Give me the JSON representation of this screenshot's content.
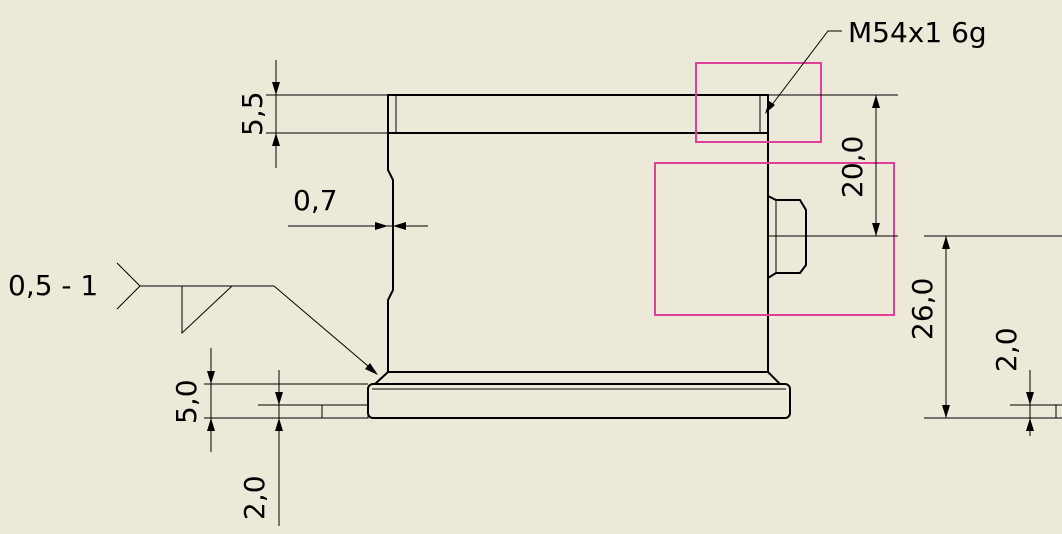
{
  "drawing": {
    "background": "#ECE9D8",
    "highlight_color": "#E0409A",
    "thread_callout": "M54x1 6g",
    "weld_symbol": {
      "label": "0,5 - 1"
    },
    "dimensions": {
      "top_flange_height": "5,5",
      "wall_step": "0,7",
      "thread_to_port": "20,0",
      "port_to_base": "26,0",
      "right_base_step": "2,0",
      "base_flange_height": "5,0",
      "base_step": "2,0"
    }
  }
}
